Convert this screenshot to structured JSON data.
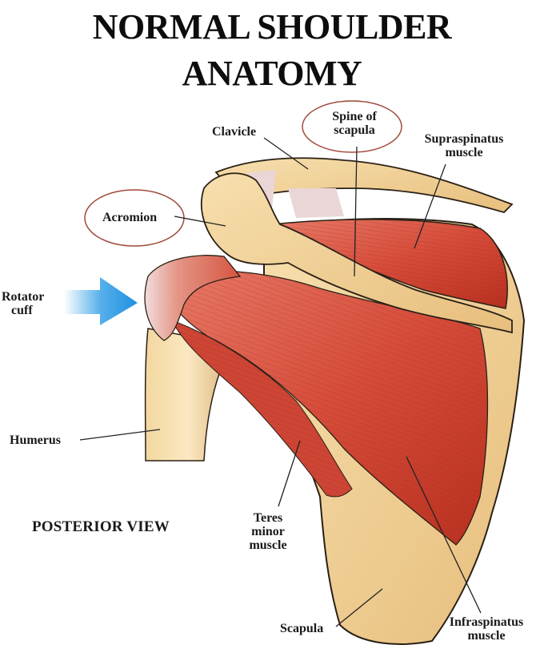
{
  "title": {
    "line1": "NORMAL SHOULDER",
    "line2": "ANATOMY"
  },
  "view_label": "POSTERIOR VIEW",
  "labels": {
    "clavicle": "Clavicle",
    "spine_of_scapula": [
      "Spine of",
      "scapula"
    ],
    "supraspinatus": [
      "Supraspinatus",
      "muscle"
    ],
    "acromion": "Acromion",
    "rotator_cuff": [
      "Rotator",
      "cuff"
    ],
    "humerus": "Humerus",
    "teres_minor": [
      "Teres",
      "minor",
      "muscle"
    ],
    "scapula": "Scapula",
    "infraspinatus": [
      "Infraspinatus",
      "muscle"
    ]
  },
  "colors": {
    "bone": "#ecc98a",
    "bone_light": "#f6dcaa",
    "muscle": "#d9503f",
    "muscle_dark": "#b53424",
    "tendon": "#ead6d6",
    "outline": "#2a2016",
    "highlight_ellipse": "#a0493a",
    "arrow_blue": "#2b9be6"
  }
}
